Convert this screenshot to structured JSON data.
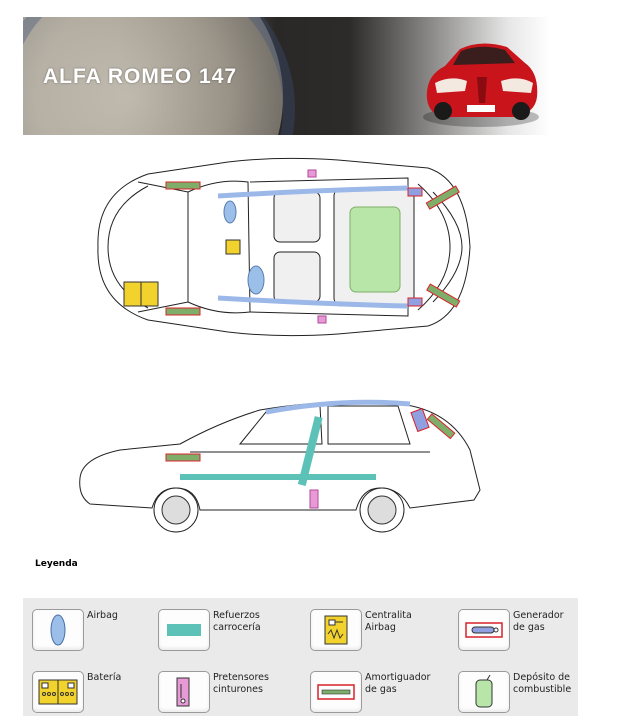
{
  "banner": {
    "title": "ALFA ROMEO 147",
    "colors": {
      "gradient_dark": "#2a2827",
      "car": "#c8141a"
    }
  },
  "legend": {
    "title": "Leyenda",
    "items": [
      {
        "id": "airbag",
        "label": "Airbag",
        "icon": "airbag-icon"
      },
      {
        "id": "refuerzos",
        "label": "Refuerzos\ncarrocería",
        "icon": "body-reinforcement-icon"
      },
      {
        "id": "centralita",
        "label": "Centralita\nAirbag",
        "icon": "airbag-control-unit-icon"
      },
      {
        "id": "generador",
        "label": "Generador\nde gas",
        "icon": "gas-generator-icon"
      },
      {
        "id": "bateria",
        "label": "Batería",
        "icon": "battery-icon"
      },
      {
        "id": "pretensores",
        "label": "Pretensores\ncinturones",
        "icon": "belt-pretensioner-icon"
      },
      {
        "id": "amortiguador",
        "label": "Amortiguador\nde gas",
        "icon": "gas-strut-icon"
      },
      {
        "id": "deposito",
        "label": "Depósito de\ncombustible",
        "icon": "fuel-tank-icon"
      }
    ]
  },
  "colors": {
    "airbag": "#9bbfe8",
    "reinforcement": "#5cc2b8",
    "fuel_tank": "#b8e6a8",
    "battery": "#f2d22c",
    "strut_outline": "#d8232a",
    "strut_fill": "#7fae6a",
    "generator_fill": "#8f9fe0",
    "pretensioner": "#e79ad6"
  }
}
